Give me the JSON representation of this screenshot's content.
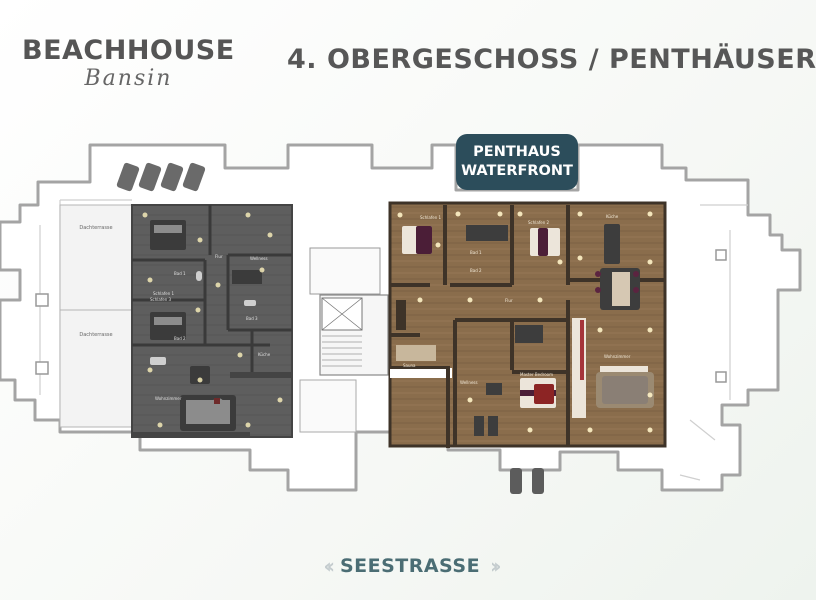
{
  "brand": {
    "name": "BEACHHOUSE",
    "location": "Bansin"
  },
  "floor_title": "4. OBERGESCHOSS / PENTHÄUSER",
  "badge": {
    "line1": "PENTHAUS",
    "line2": "WATERFRONT"
  },
  "street": {
    "label": "SEESTRASSE",
    "left_icon": "double-chevron-left-icon",
    "right_icon": "double-chevron-right-icon"
  },
  "room_labels": {
    "dachterrasse_1": "Dachterrasse",
    "dachterrasse_2": "Dachterrasse",
    "bad_1": "Bad 1",
    "bad_2": "Bad 2",
    "bad_3": "Bad 3",
    "schlafen_1": "Schlafen 1",
    "schlafen_3": "Schlafen 3",
    "wellness_left": "Wellness",
    "wohnzimmer_left": "Wohnzimmer",
    "flur_left": "Flur",
    "kueche_left": "Küche",
    "schlafen_1_right": "Schlafen 1",
    "schlafen_2_right": "Schlafen 2",
    "bad_1_right": "Bad 1",
    "bad_2_right": "Bad 2",
    "flur_right": "Flur",
    "kueche_right": "Küche",
    "wohnzimmer_right": "Wohnzimmer",
    "sauna": "Sauna",
    "wellness_right": "Wellness",
    "master_bedroom": "Master Bedroom"
  },
  "colors": {
    "left_apartment_floor": "#5e5e5e",
    "right_apartment_floor": "#8a6d4c",
    "badge_bg": "#2c4d5b",
    "street_text": "#4b6d74",
    "title_text": "#575757",
    "terrace": "#ffffff",
    "plan_outline": "#9c9c9c"
  }
}
